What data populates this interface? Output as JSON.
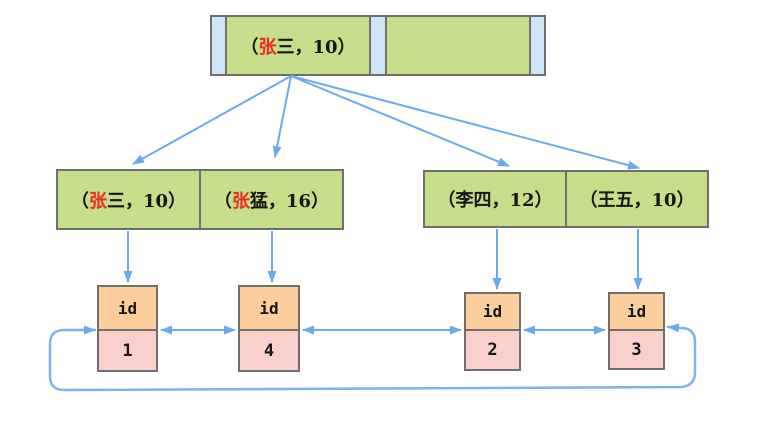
{
  "colors": {
    "key_cell_green": "#c6de8a",
    "pointer_cell_blue": "#cfe6fa",
    "leaf_header_orange": "#fbce9b",
    "leaf_value_pink": "#f9d0cc",
    "arrow_blue": "#6ca9f0",
    "box_border_gray": "#6f6f6f",
    "highlight_red": "#f3291b"
  },
  "root_bar": {
    "key1": {
      "prefix": "（",
      "red": "张",
      "rest": "三，10）"
    },
    "key2": {
      "prefix": "",
      "red": "",
      "rest": ""
    }
  },
  "internal_nodes": [
    {
      "prefix": "（",
      "red": "张",
      "rest": "三，10）"
    },
    {
      "prefix": "（",
      "red": "张",
      "rest": "猛，16）"
    },
    {
      "prefix": "（李四，12）",
      "red": "",
      "rest": ""
    },
    {
      "prefix": "（王五，10）",
      "red": "",
      "rest": ""
    }
  ],
  "leaf_nodes": [
    {
      "header": "id",
      "value": "1"
    },
    {
      "header": "id",
      "value": "4"
    },
    {
      "header": "id",
      "value": "2"
    },
    {
      "header": "id",
      "value": "3"
    }
  ]
}
